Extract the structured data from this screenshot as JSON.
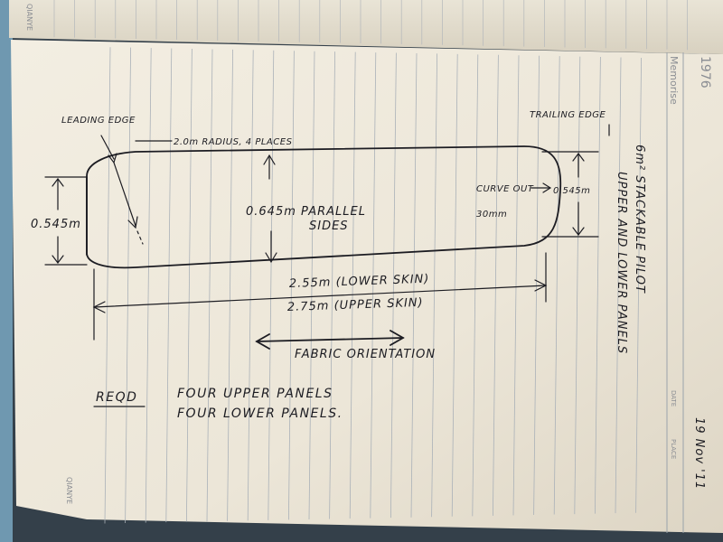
{
  "printed": {
    "year": "1976",
    "brand": "Memorise",
    "brand_footer": "QIANYE",
    "brand_top": "QIANYE",
    "date_label": "DATE",
    "place_label": "PLACE"
  },
  "sketch": {
    "leading_edge": "LEADING EDGE",
    "trailing_edge": "TRAILING EDGE",
    "radius_note": "2.0m RADIUS, 4 PLACES",
    "parallel_sides_1": "0.645m PARALLEL",
    "parallel_sides_2": "SIDES",
    "left_height": "0.545m",
    "right_height": "0.545m",
    "curve_out_1": "CURVE OUT",
    "curve_out_2": "30mm",
    "lower_skin": "2.55m (LOWER SKIN)",
    "upper_skin": "2.75m (UPPER SKIN)",
    "fabric_orientation": "FABRIC ORIENTATION",
    "reqd_label": "REQD",
    "reqd_line_1": "FOUR UPPER PANELS",
    "reqd_line_2": "FOUR LOWER PANELS.",
    "side_title_1": "6m² STACKABLE PILOT",
    "side_title_2": "UPPER AND LOWER PANELS",
    "signed_date": "19 Nov '11"
  }
}
